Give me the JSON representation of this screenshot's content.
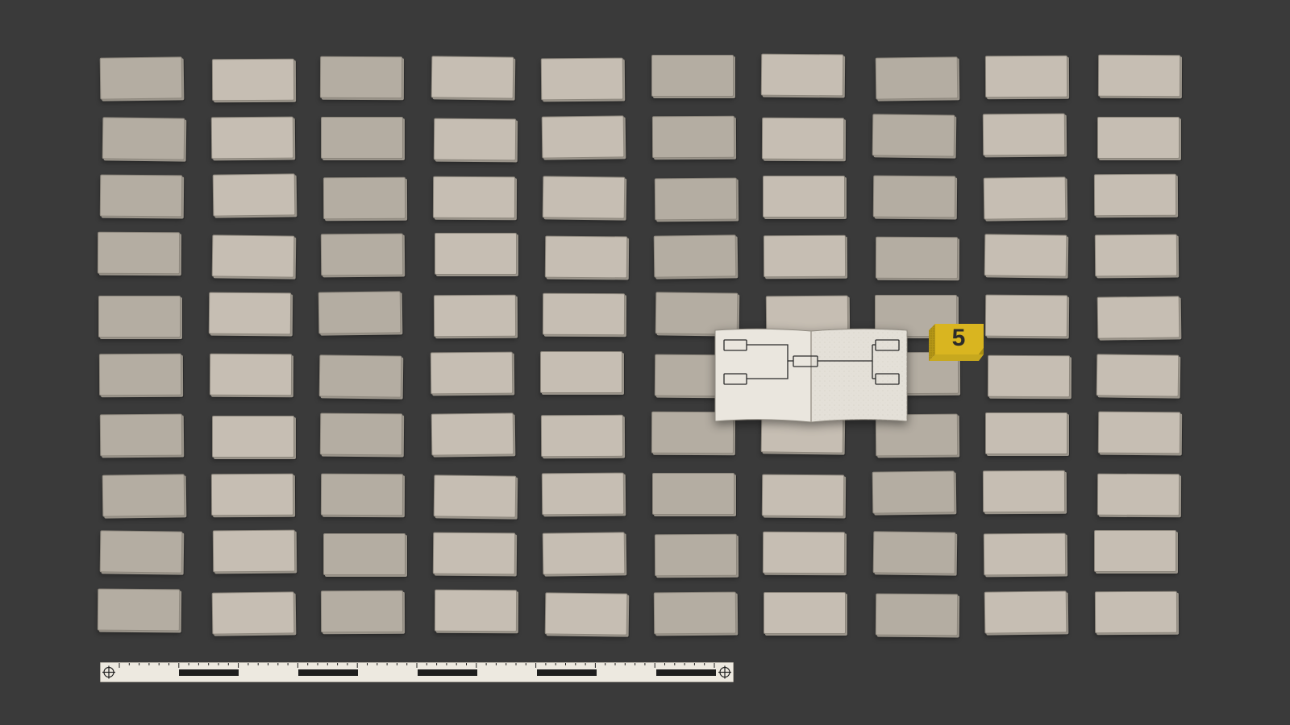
{
  "scene": {
    "background_color": "#3a3a3a",
    "card_color_light": "#c6beb3",
    "card_color_dark": "#b4ada2",
    "grid": {
      "rows": 10,
      "columns": 10
    }
  },
  "notebook": {
    "icon": "open-notebook-with-block-diagram",
    "paper_color": "#e9e6df"
  },
  "evidence_marker": {
    "number": "5",
    "color": "#d9b520"
  },
  "scale_bar": {
    "icon": "crosshair-icon",
    "paper_color": "#ede9e0",
    "segment_color": "#1e1e1e"
  }
}
